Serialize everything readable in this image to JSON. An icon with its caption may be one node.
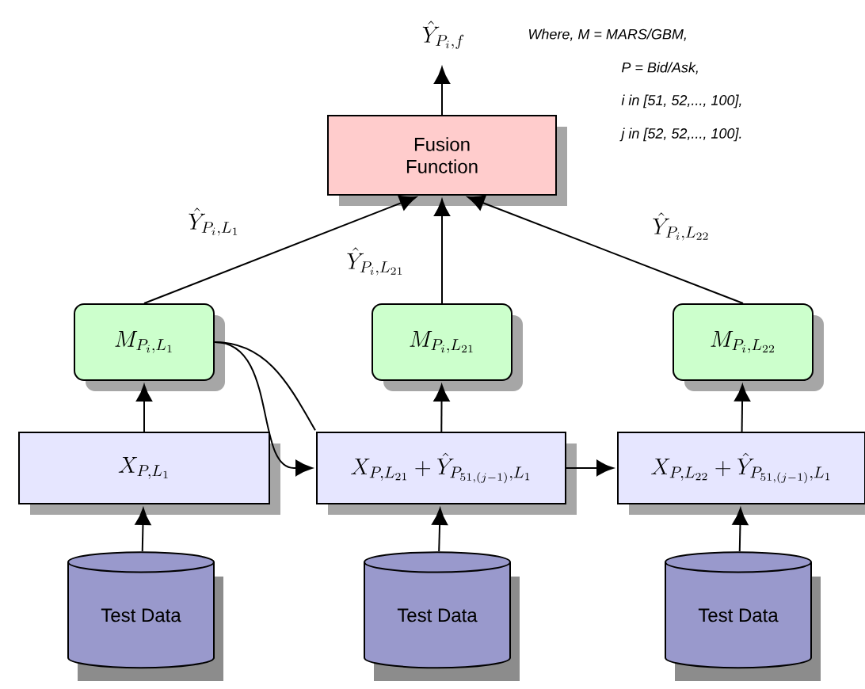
{
  "diagram": {
    "nodes": [
      {
        "text": [
          "Fusion Function"
        ]
      },
      {
        "text": [
          "M_{P_i,L_1}"
        ]
      },
      {
        "text": [
          "M_{P_i,L_{21}}"
        ]
      },
      {
        "text": [
          "M_{P_i,L_{22}}"
        ]
      },
      {
        "text": [
          "X_{P,L_1}"
        ]
      },
      {
        "text": [
          "X_{P,L_{21}}+\\hat{Y}_{P_{51,(j-1)},L_1}"
        ]
      },
      {
        "text": [
          "X_{P,L_{22}}+\\hat{Y}_{P_{51,(j-1)},L_1}"
        ]
      },
      {
        "text": [
          "Test Data"
        ]
      },
      {
        "text": [
          "Test Data"
        ]
      },
      {
        "text": [
          "Test Data"
        ]
      }
    ],
    "edges": [
      {
        "from": 0,
        "to": null,
        "arrow": "to",
        "label": "\\hat{Y}_{P_i,f}"
      },
      {
        "from": 1,
        "to": 0,
        "arrow": "to",
        "label": "\\hat{Y}_{P_i,L_1}"
      },
      {
        "from": 2,
        "to": 0,
        "arrow": "to",
        "label": "\\hat{Y}_{P_i,L_{21}}"
      },
      {
        "from": 3,
        "to": 0,
        "arrow": "to",
        "label": "\\hat{Y}_{P_i,L_{22}}"
      },
      {
        "from": 4,
        "to": 1,
        "arrow": "to"
      },
      {
        "from": 5,
        "to": 2,
        "arrow": "to"
      },
      {
        "from": 6,
        "to": 3,
        "arrow": "to"
      },
      {
        "from": 1,
        "to": 5,
        "arrow": "to"
      },
      {
        "from": 1,
        "to": 5,
        "arrow": "none"
      },
      {
        "from": 5,
        "to": 6,
        "arrow": "to"
      },
      {
        "from": 7,
        "to": 4,
        "arrow": "to"
      },
      {
        "from": 8,
        "to": 5,
        "arrow": "to"
      },
      {
        "from": 9,
        "to": 6,
        "arrow": "to"
      }
    ],
    "labels": [
      "Where, M = MARS/GBM,",
      "P = Bid/Ask,",
      "i in [51, 52,..., 100],",
      "j in [52, 52,..., 100]."
    ]
  }
}
